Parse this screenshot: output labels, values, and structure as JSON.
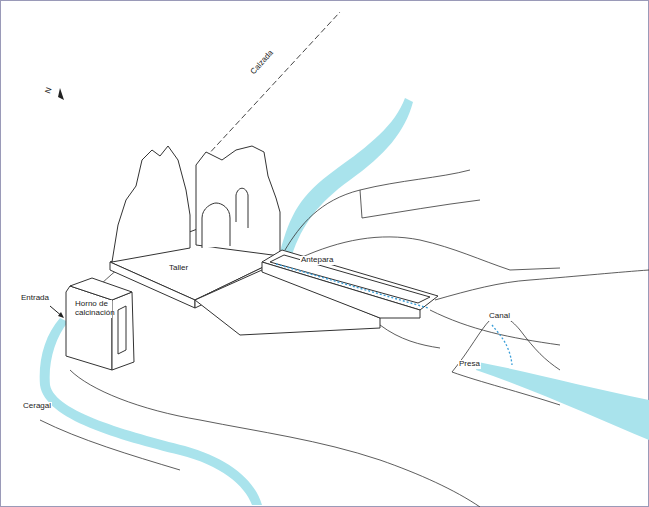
{
  "diagram": {
    "labels": [
      "Calzada",
      "Taller",
      "Antepara",
      "Horno de calcinación",
      "Entrada",
      "Ceragal",
      "Canal",
      "Presa",
      "N"
    ]
  }
}
